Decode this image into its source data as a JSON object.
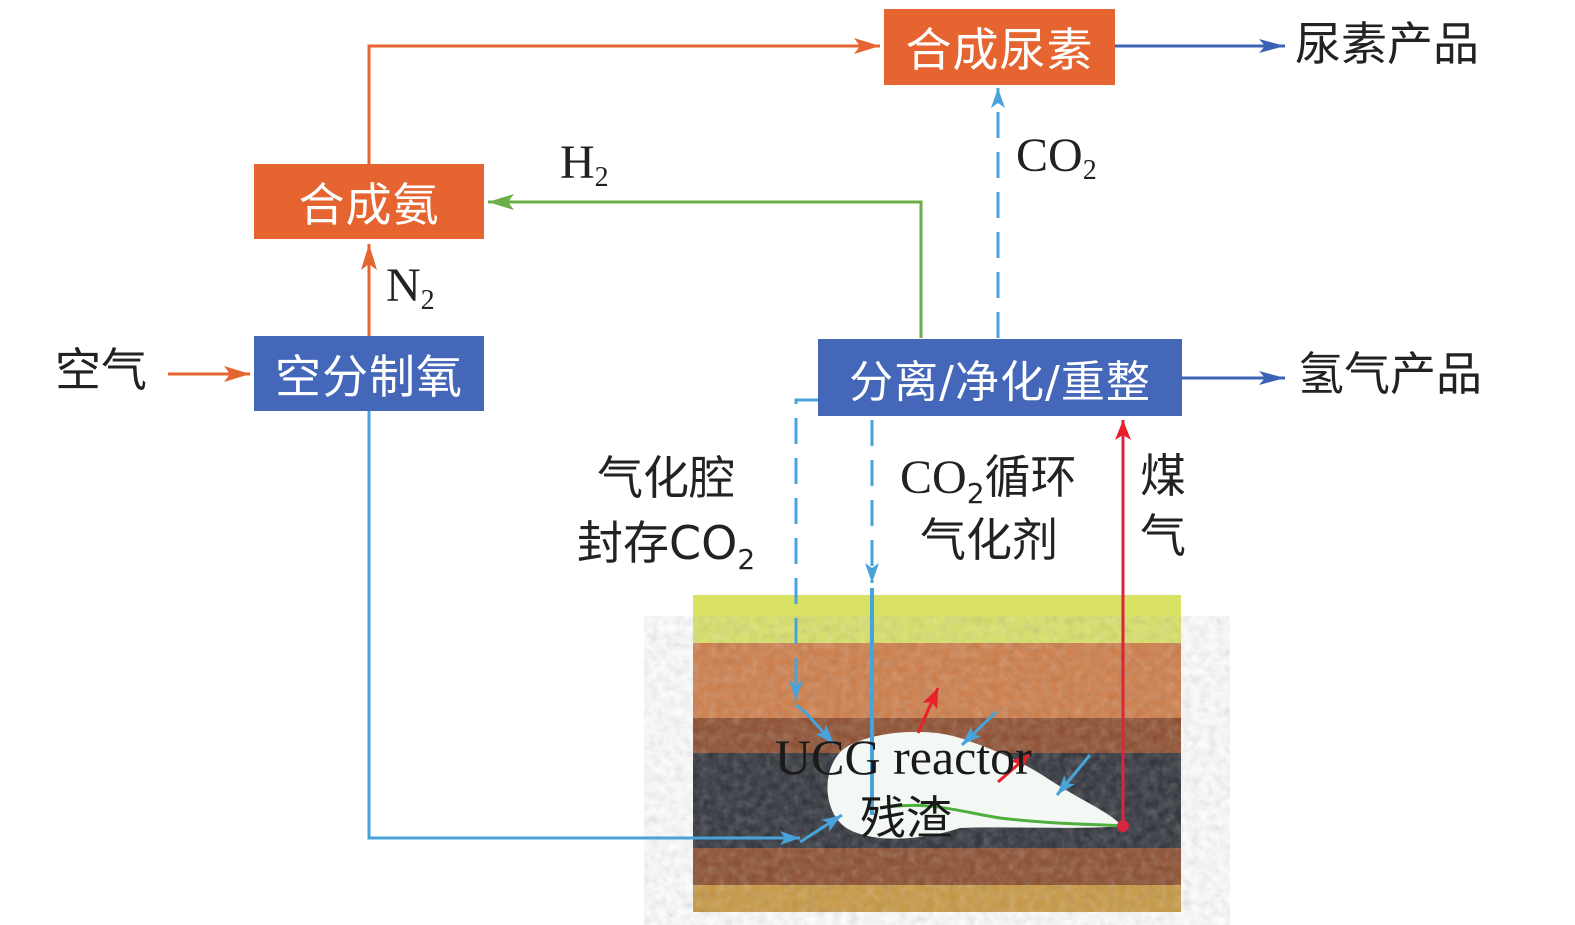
{
  "colors": {
    "process_orange": "#E5642F",
    "process_blue": "#4467B9",
    "flow_orange": "#E5642F",
    "flow_blue_product": "#3B63B5",
    "flow_light_blue": "#47A3DA",
    "flow_green": "#6AAE45",
    "flow_red": "#E8202A"
  },
  "boxes": {
    "urea_synthesis": "合成尿素",
    "ammonia_synthesis": "合成氨",
    "air_separation": "空分制氧",
    "separation": "分离/净化/重整"
  },
  "labels": {
    "urea_product": "尿素产品",
    "hydrogen_product": "氢气产品",
    "air": "空气",
    "h2": {
      "main": "H",
      "sub": "2"
    },
    "n2": {
      "main": "N",
      "sub": "2"
    },
    "co2": {
      "main": "CO",
      "sub": "2"
    },
    "cavity_storage_line1": "气化腔",
    "cavity_storage_line2_text": "封存CO",
    "cavity_storage_line2_sub": "2",
    "co2_recycle_line1_main": "CO",
    "co2_recycle_line1_sub": "2",
    "co2_recycle_line1_rest": "循环",
    "co2_recycle_line2": "气化剂",
    "syngas_line1": "煤",
    "syngas_line2": "气",
    "ucg_reactor": "UCG reactor",
    "residue": "残渣"
  }
}
